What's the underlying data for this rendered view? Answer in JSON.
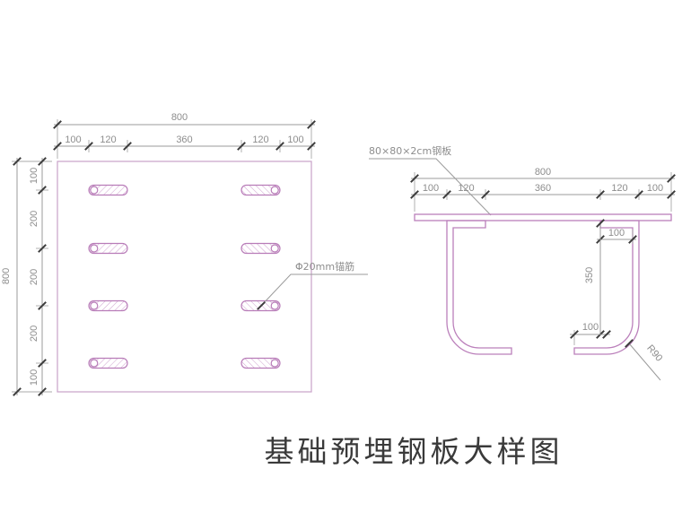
{
  "title": {
    "text": "基础预埋钢板大样图"
  },
  "plan_view": {
    "dim_width_total": "800",
    "dim_width_segments": [
      "100",
      "120",
      "360",
      "120",
      "100"
    ],
    "dim_height_total": "800",
    "dim_height_segments": [
      "100",
      "200",
      "200",
      "200",
      "100"
    ],
    "anchor_bar_label": "Φ20mm锚筋"
  },
  "section_view": {
    "plate_label": "80×80×2cm钢板",
    "dim_width_total": "800",
    "dim_width_segments": [
      "100",
      "120",
      "360",
      "120",
      "100"
    ],
    "dim_top_hook": "100",
    "dim_leg_length": "350",
    "dim_bottom_hook": "100",
    "dim_bend_radius": "R90"
  },
  "colors": {
    "plate_outline_pink": "#c9a2c9",
    "bar_outline_pink": "#b87cb8",
    "hatch_pink": "#d2a8d2",
    "dimension_gray": "#9b9b9b",
    "dimension_text_gray": "#8d8d8d",
    "tick_dark": "#3c3c3c",
    "title_color": "#3a3a3a"
  }
}
